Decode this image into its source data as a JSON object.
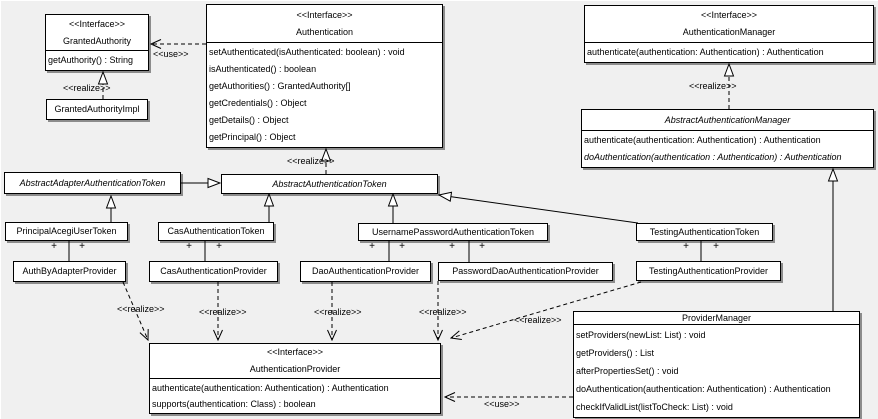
{
  "diagram": {
    "title": "Acegi Security authentication UML class diagram",
    "background_color": "#f0f0f0",
    "box_fill_color": "#ffffff",
    "border_color": "#000000",
    "shadow_color": "#8c8c8c"
  },
  "stereotypes": {
    "interface": "<<Interface>>",
    "realize": "<<realize>>",
    "use": "<<use>>",
    "plus": "+"
  },
  "classes": {
    "granted_authority": {
      "stereotype": "<<Interface>>",
      "name": "GrantedAuthority",
      "methods": [
        "getAuthority() : String"
      ]
    },
    "granted_authority_impl": {
      "name": "GrantedAuthorityImpl"
    },
    "authentication": {
      "stereotype": "<<Interface>>",
      "name": "Authentication",
      "methods": [
        "setAuthenticated(isAuthenticated: boolean) : void",
        "isAuthenticated() : boolean",
        "getAuthorities() : GrantedAuthority[]",
        "getCredentials() : Object",
        "getDetails() : Object",
        "getPrincipal() : Object"
      ]
    },
    "authentication_manager": {
      "stereotype": "<<Interface>>",
      "name": "AuthenticationManager",
      "methods": [
        "authenticate(authentication: Authentication) : Authentication"
      ]
    },
    "abstract_authentication_manager": {
      "name": "AbstractAuthenticationManager",
      "methods": [
        "authenticate(authentication: Authentication) : Authentication",
        "doAuthentication(authentication : Authentication) : Authentication"
      ]
    },
    "abstract_adapter_authentication_token": {
      "name": "AbstractAdapterAuthenticationToken"
    },
    "abstract_authentication_token": {
      "name": "AbstractAuthenticationToken"
    },
    "principal_acegi_user_token": {
      "name": "PrincipalAcegiUserToken"
    },
    "cas_authentication_token": {
      "name": "CasAuthenticationToken"
    },
    "username_password_authentication_token": {
      "name": "UsernamePasswordAuthenticationToken"
    },
    "testing_authentication_token": {
      "name": "TestingAuthenticationToken"
    },
    "auth_by_adapter_provider": {
      "name": "AuthByAdapterProvider"
    },
    "cas_authentication_provider": {
      "name": "CasAuthenticationProvider"
    },
    "dao_authentication_provider": {
      "name": "DaoAuthenticationProvider"
    },
    "password_dao_authentication_provider": {
      "name": "PasswordDaoAuthenticationProvider"
    },
    "testing_authentication_provider": {
      "name": "TestingAuthenticationProvider"
    },
    "authentication_provider": {
      "stereotype": "<<Interface>>",
      "name": "AuthenticationProvider",
      "methods": [
        "authenticate(authentication: Authentication) : Authentication",
        "supports(authentication: Class) : boolean"
      ]
    },
    "provider_manager": {
      "name": "ProviderManager",
      "methods": [
        "setProviders(newList: List) : void",
        "getProviders() : List",
        "afterPropertiesSet() : void",
        "doAuthentication(authentication: Authentication) : Authentication",
        "checkIfValidList(listToCheck: List) : void"
      ]
    }
  }
}
